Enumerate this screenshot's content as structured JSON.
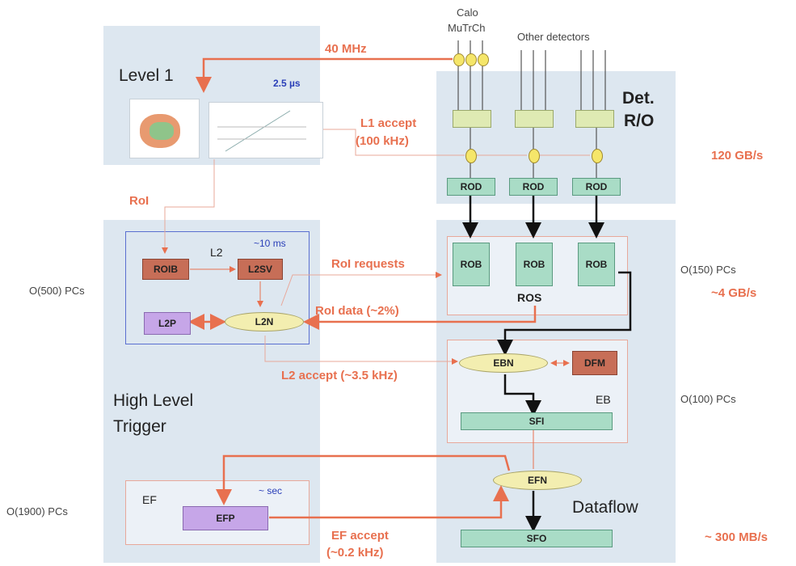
{
  "labels": {
    "calo": "Calo",
    "mutrch": "MuTrCh",
    "other_detectors": "Other detectors",
    "level1": "Level 1",
    "rate_40mhz": "40 MHz",
    "time_25us": "2.5 µs",
    "det_ro_line1": "Det.",
    "det_ro_line2": "R/O",
    "l1_accept_line1": "L1 accept",
    "l1_accept_line2": "(100 kHz)",
    "bw_120": "120 GB/s",
    "roi": "RoI",
    "l2": "L2",
    "time_10ms": "~10 ms",
    "roi_requests": "RoI requests",
    "roi_data": "RoI data (~2%)",
    "ros": "ROS",
    "o150": "O(150) PCs",
    "bw_4": "~4 GB/s",
    "o500": "O(500) PCs",
    "l2_accept": "L2 accept (~3.5 kHz)",
    "eb": "EB",
    "o100": "O(100) PCs",
    "hlt_line1": "High Level",
    "hlt_line2": "Trigger",
    "ef": "EF",
    "time_sec": "~ sec",
    "o1900": "O(1900) PCs",
    "dataflow": "Dataflow",
    "ef_accept_line1": "EF accept",
    "ef_accept_line2": "(~0.2 kHz)",
    "bw_300": "~ 300 MB/s"
  },
  "boxes": {
    "rod": "ROD",
    "rob": "ROB",
    "roib": "ROIB",
    "l2sv": "L2SV",
    "l2p": "L2P",
    "l2n": "L2N",
    "ebn": "EBN",
    "dfm": "DFM",
    "sfi": "SFI",
    "efn": "EFN",
    "efp": "EFP",
    "sfo": "SFO"
  },
  "colors": {
    "accent_orange": "#e8704f",
    "panel_blue": "#dde7f0",
    "component_green": "#a9dcc6",
    "component_red": "#c76e57",
    "component_purple": "#c6a6e8",
    "node_yellow": "#f3eeb0"
  }
}
